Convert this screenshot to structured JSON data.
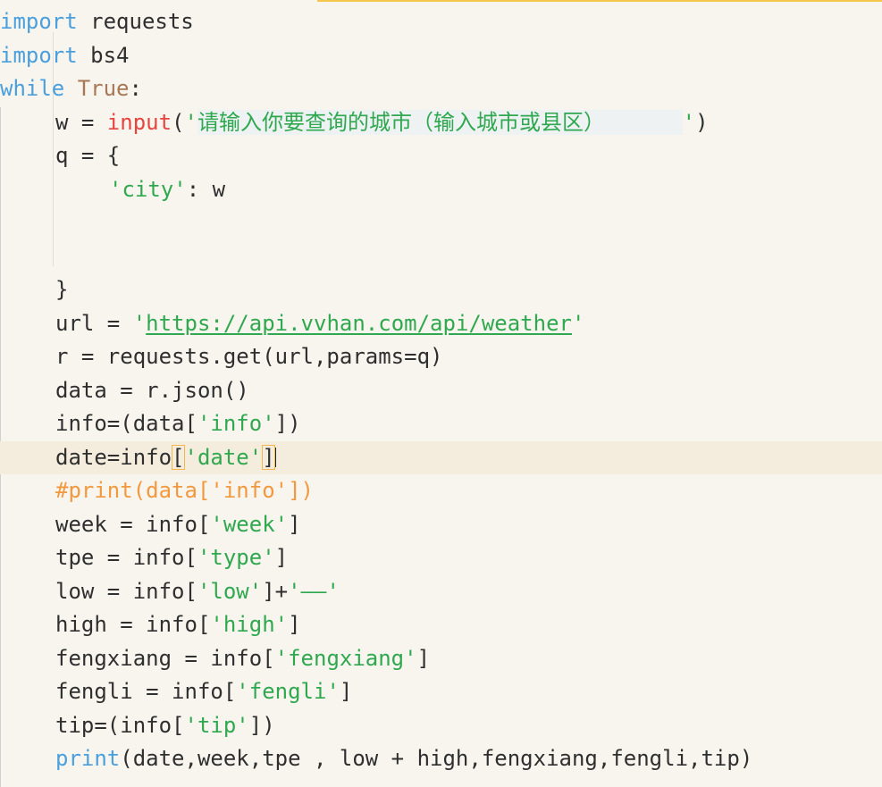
{
  "editor": {
    "lines": [
      {
        "tokens": [
          {
            "t": "import",
            "c": "kw"
          },
          {
            "t": " requests",
            "c": ""
          }
        ]
      },
      {
        "tokens": [
          {
            "t": "import",
            "c": "kw"
          },
          {
            "t": " bs4",
            "c": ""
          }
        ]
      },
      {
        "tokens": [
          {
            "t": "while",
            "c": "kw"
          },
          {
            "t": " ",
            "c": ""
          },
          {
            "t": "True",
            "c": "const"
          },
          {
            "t": ":",
            "c": ""
          }
        ]
      },
      {
        "indent": 1,
        "tokens": [
          {
            "t": "w = ",
            "c": ""
          },
          {
            "t": "input",
            "c": "builtin"
          },
          {
            "t": "(",
            "c": ""
          },
          {
            "t": "'",
            "c": "str"
          },
          {
            "t": "请输入你要查询的城市（输入城市或县区）      ",
            "c": "str highlight-input"
          },
          {
            "t": "'",
            "c": "str"
          },
          {
            "t": ")",
            "c": ""
          }
        ]
      },
      {
        "indent": 1,
        "tokens": [
          {
            "t": "q = {",
            "c": ""
          }
        ]
      },
      {
        "indent": 2,
        "tokens": [
          {
            "t": "'city'",
            "c": "str"
          },
          {
            "t": ": w",
            "c": ""
          }
        ]
      },
      {
        "indent": 1,
        "tokens": []
      },
      {
        "indent": 1,
        "tokens": []
      },
      {
        "indent": 1,
        "tokens": [
          {
            "t": "}",
            "c": ""
          }
        ]
      },
      {
        "indent": 1,
        "tokens": [
          {
            "t": "url = ",
            "c": ""
          },
          {
            "t": "'",
            "c": "str"
          },
          {
            "t": "https://api.vvhan.com/api/weather",
            "c": "url"
          },
          {
            "t": "'",
            "c": "str"
          }
        ]
      },
      {
        "indent": 1,
        "tokens": [
          {
            "t": "r = requests.get(url,params=q)",
            "c": ""
          }
        ]
      },
      {
        "indent": 1,
        "tokens": [
          {
            "t": "data = r.json()",
            "c": ""
          }
        ]
      },
      {
        "indent": 1,
        "tokens": [
          {
            "t": "info=(data[",
            "c": ""
          },
          {
            "t": "'info'",
            "c": "str"
          },
          {
            "t": "])",
            "c": ""
          }
        ]
      },
      {
        "indent": 1,
        "current": true,
        "tokens": [
          {
            "t": "date=info",
            "c": ""
          },
          {
            "t": "[",
            "c": "bracket-match"
          },
          {
            "t": "'date'",
            "c": "str"
          },
          {
            "t": "]",
            "c": "bracket-match"
          }
        ]
      },
      {
        "indent": 1,
        "tokens": [
          {
            "t": "#print(data['info'])",
            "c": "comment"
          }
        ]
      },
      {
        "indent": 1,
        "tokens": [
          {
            "t": "week = info[",
            "c": ""
          },
          {
            "t": "'week'",
            "c": "str"
          },
          {
            "t": "]",
            "c": ""
          }
        ]
      },
      {
        "indent": 1,
        "tokens": [
          {
            "t": "tpe = info[",
            "c": ""
          },
          {
            "t": "'type'",
            "c": "str"
          },
          {
            "t": "]",
            "c": ""
          }
        ]
      },
      {
        "indent": 1,
        "tokens": [
          {
            "t": "low = info[",
            "c": ""
          },
          {
            "t": "'low'",
            "c": "str"
          },
          {
            "t": "]+",
            "c": ""
          },
          {
            "t": "'——'",
            "c": "str"
          }
        ]
      },
      {
        "indent": 1,
        "tokens": [
          {
            "t": "high = info[",
            "c": ""
          },
          {
            "t": "'high'",
            "c": "str"
          },
          {
            "t": "]",
            "c": ""
          }
        ]
      },
      {
        "indent": 1,
        "tokens": [
          {
            "t": "fengxiang = info[",
            "c": ""
          },
          {
            "t": "'fengxiang'",
            "c": "str"
          },
          {
            "t": "]",
            "c": ""
          }
        ]
      },
      {
        "indent": 1,
        "tokens": [
          {
            "t": "fengli = info[",
            "c": ""
          },
          {
            "t": "'fengli'",
            "c": "str"
          },
          {
            "t": "]",
            "c": ""
          }
        ]
      },
      {
        "indent": 1,
        "tokens": [
          {
            "t": "tip=(info[",
            "c": ""
          },
          {
            "t": "'tip'",
            "c": "str"
          },
          {
            "t": "])",
            "c": ""
          }
        ]
      },
      {
        "indent": 1,
        "tokens": [
          {
            "t": "print",
            "c": "fn"
          },
          {
            "t": "(date,week,tpe , low + high,fengxiang,fengli,tip)",
            "c": ""
          }
        ]
      }
    ]
  }
}
